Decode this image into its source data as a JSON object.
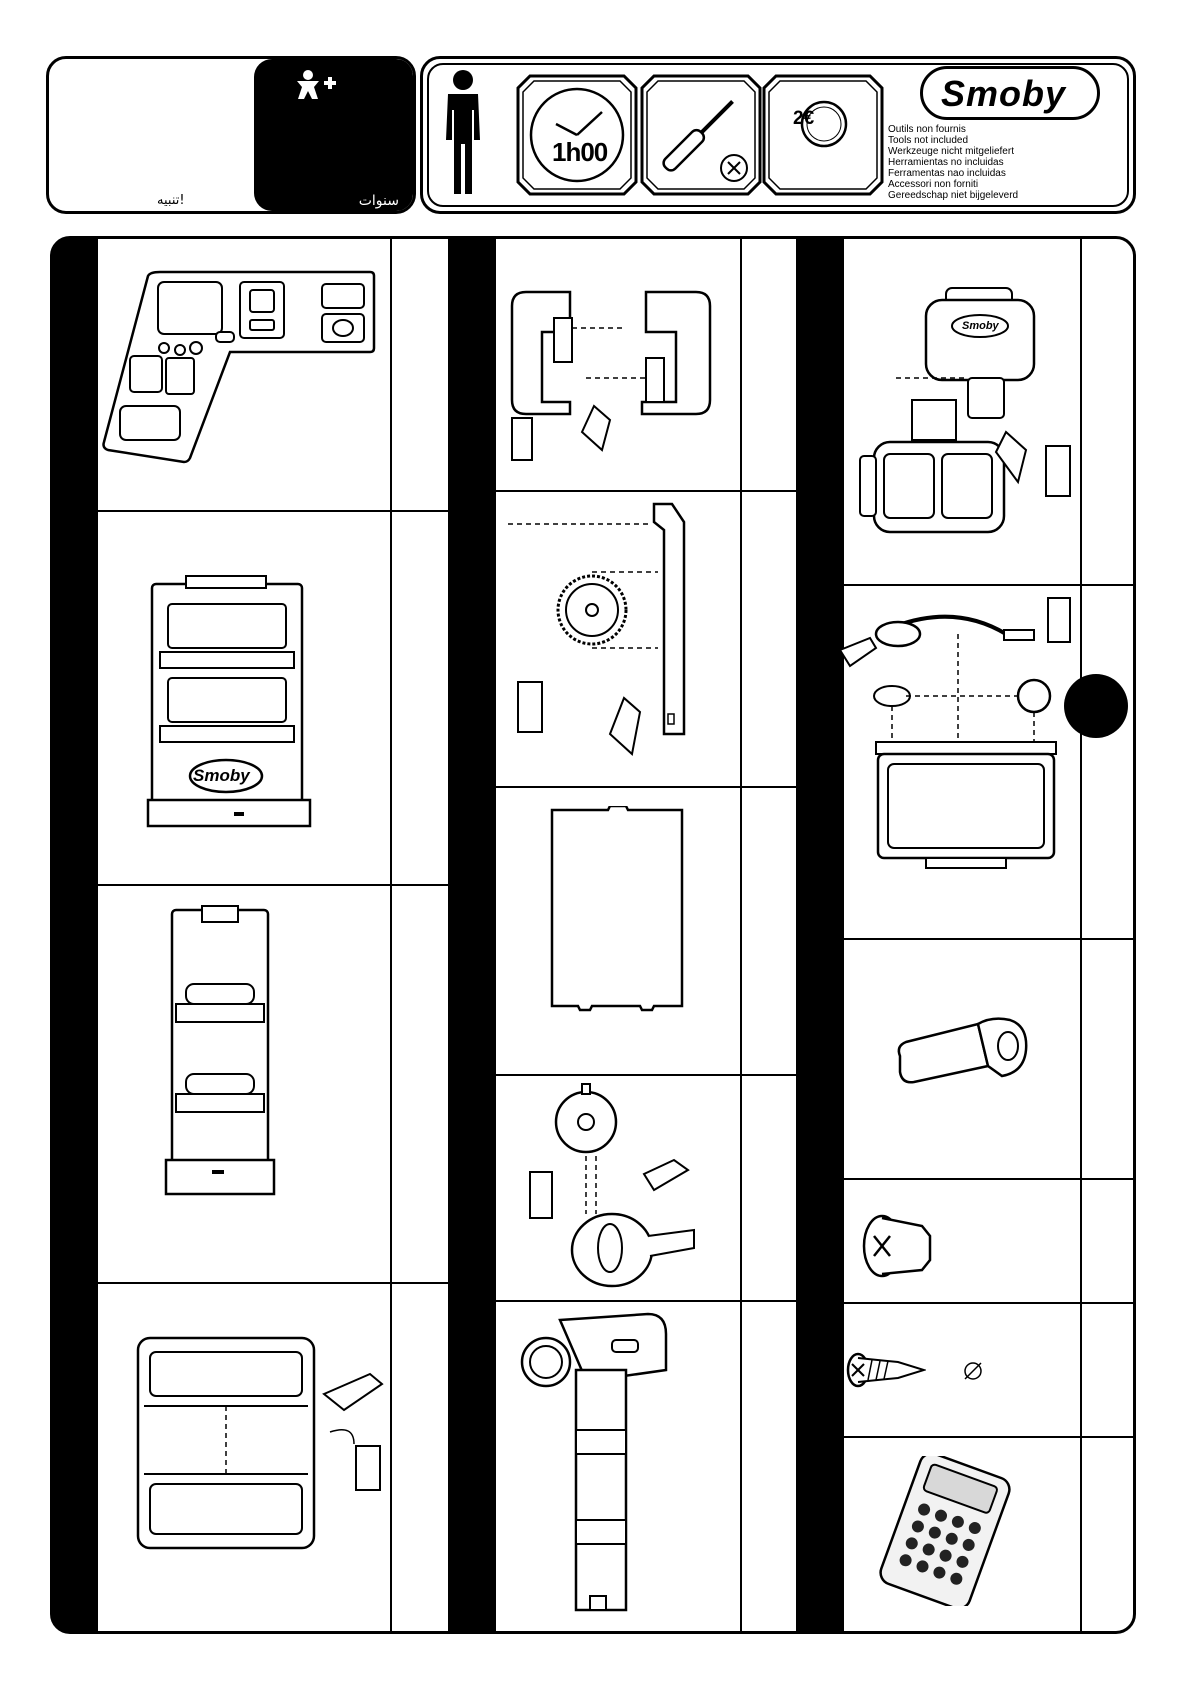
{
  "header": {
    "age_warning_text": "تنبيه!",
    "age_years_text": "سنوات",
    "time_label": "1h00",
    "coin_label": "2€",
    "brand": "Smoby",
    "tools_not_included": [
      "Outils non  fournis",
      "Tools not included",
      "Werkzeuge nicht mitgeliefert",
      "Herramientas no incluidas",
      "Ferramentas nao incluidas",
      "Accessori non forniti",
      "Gereedschap niet bijgeleverd"
    ]
  },
  "parts": {
    "unit_logo": "Smoby",
    "scanner_logo": "Smoby"
  },
  "icons": {
    "adult": "person-icon",
    "clock": "clock-icon",
    "screwdriver": "screwdriver-icon",
    "coin": "coin-icon",
    "trash": "trash-bin-icon",
    "diameter": "diameter-icon"
  }
}
